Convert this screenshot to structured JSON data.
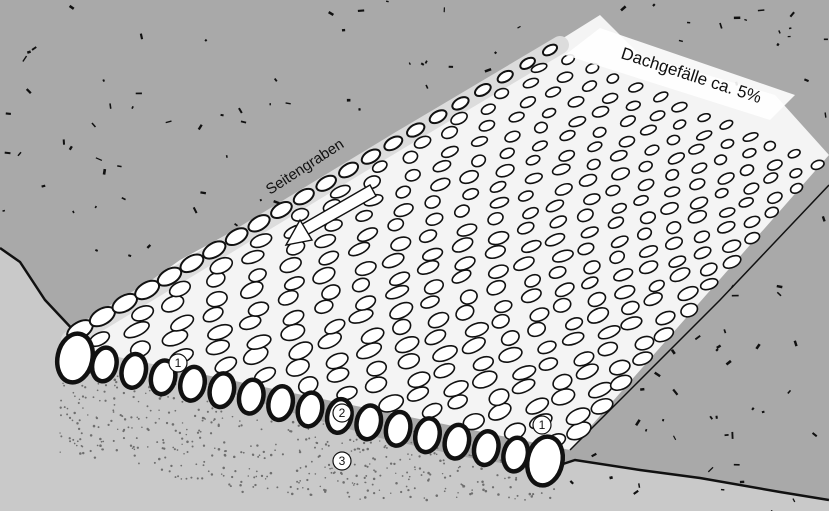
{
  "labels": {
    "slope": "Dachgefälle ca. 5%",
    "ditch": "Seitengraben"
  },
  "markers": [
    "1",
    "1",
    "2",
    "3"
  ],
  "colors": {
    "ground": "#a9a9a9",
    "cut_face": "#c9c9c9",
    "road_top": "#f4f4f4",
    "stone_fill": "#ffffff",
    "ink": "#111111",
    "speckle": "#8c8c8c"
  },
  "icons": {
    "arrow": "flow-arrow-icon",
    "marker": "circled-number-icon"
  }
}
